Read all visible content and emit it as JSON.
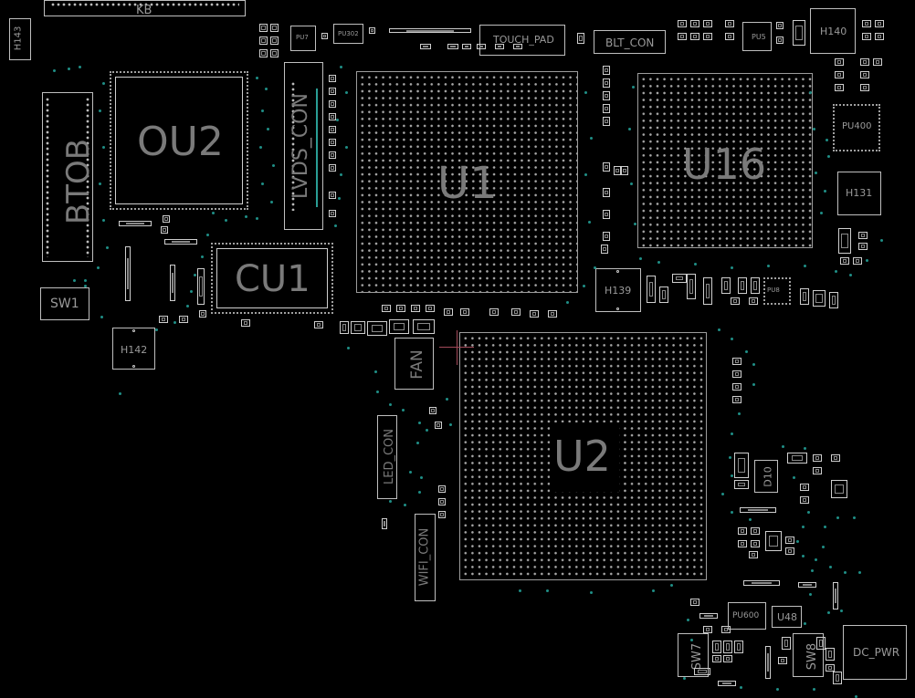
{
  "colors": {
    "background": "#000000",
    "outline": "#bfbfbf",
    "label": "#7a7a7a",
    "via": "#1f8f86",
    "cursor": "#a34a5a"
  },
  "labels": {
    "kb": "KB",
    "h143": "H143",
    "pu7": "PU7",
    "pu302": "PU302",
    "touch_pad": "TOUCH_PAD",
    "blt_con": "BLT_CON",
    "pu5": "PU5",
    "h140": "H140",
    "btob": "BTOB",
    "ou2": "OU2",
    "lvds_con": "LVDS_CON",
    "u1": "U1",
    "u16": "U16",
    "pu400": "PU400",
    "h131": "H131",
    "cu1": "CU1",
    "sw1": "SW1",
    "h139": "H139",
    "pu8": "PU8",
    "h142": "H142",
    "fan": "FAN",
    "u2": "U2",
    "led_con": "LED_CON",
    "d10": "D10",
    "wifi_con": "WIFI_CON",
    "pu600": "PU600",
    "u48": "U48",
    "sw7": "SW7",
    "sw8": "SW8",
    "dc_pwr": "DC_PWR"
  }
}
